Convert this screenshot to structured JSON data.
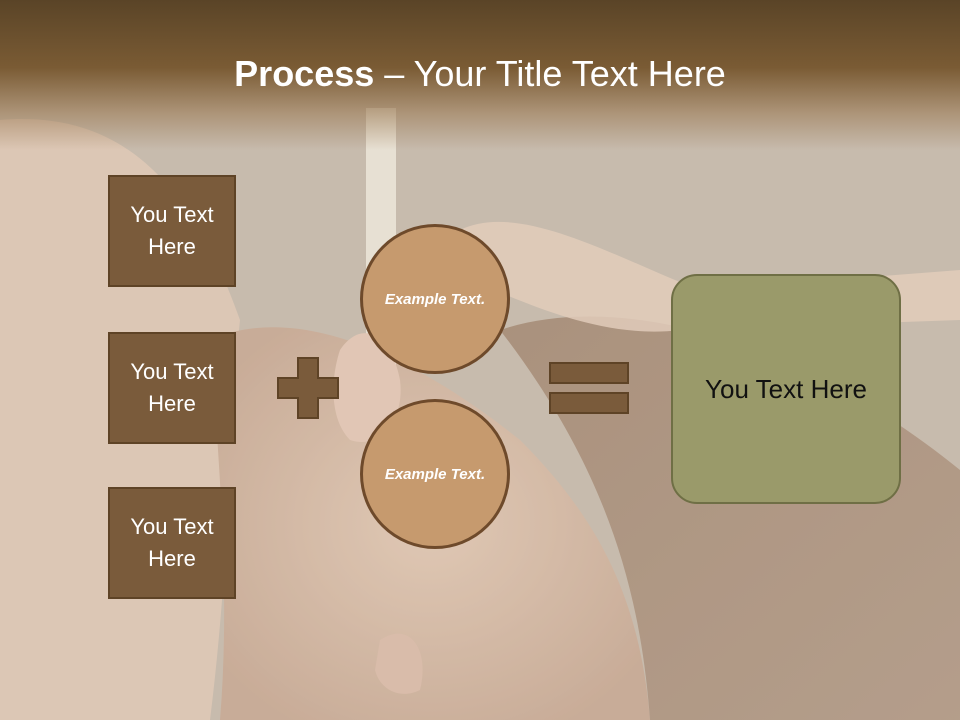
{
  "title": {
    "bold": "Process",
    "rest": " – Your Title Text Here"
  },
  "boxes": [
    {
      "text": "You Text Here"
    },
    {
      "text": "You Text Here"
    },
    {
      "text": "You Text Here"
    }
  ],
  "circles": [
    {
      "text": "Example Text."
    },
    {
      "text": "Example Text."
    }
  ],
  "result": {
    "text": "You Text Here"
  },
  "colors": {
    "box": "#7a5b3b",
    "circle": "#c69a6e",
    "result": "#9a9a6a",
    "operator": "#7a5b3b"
  },
  "icons": {
    "plus": "plus-icon",
    "equals": "equals-icon"
  }
}
